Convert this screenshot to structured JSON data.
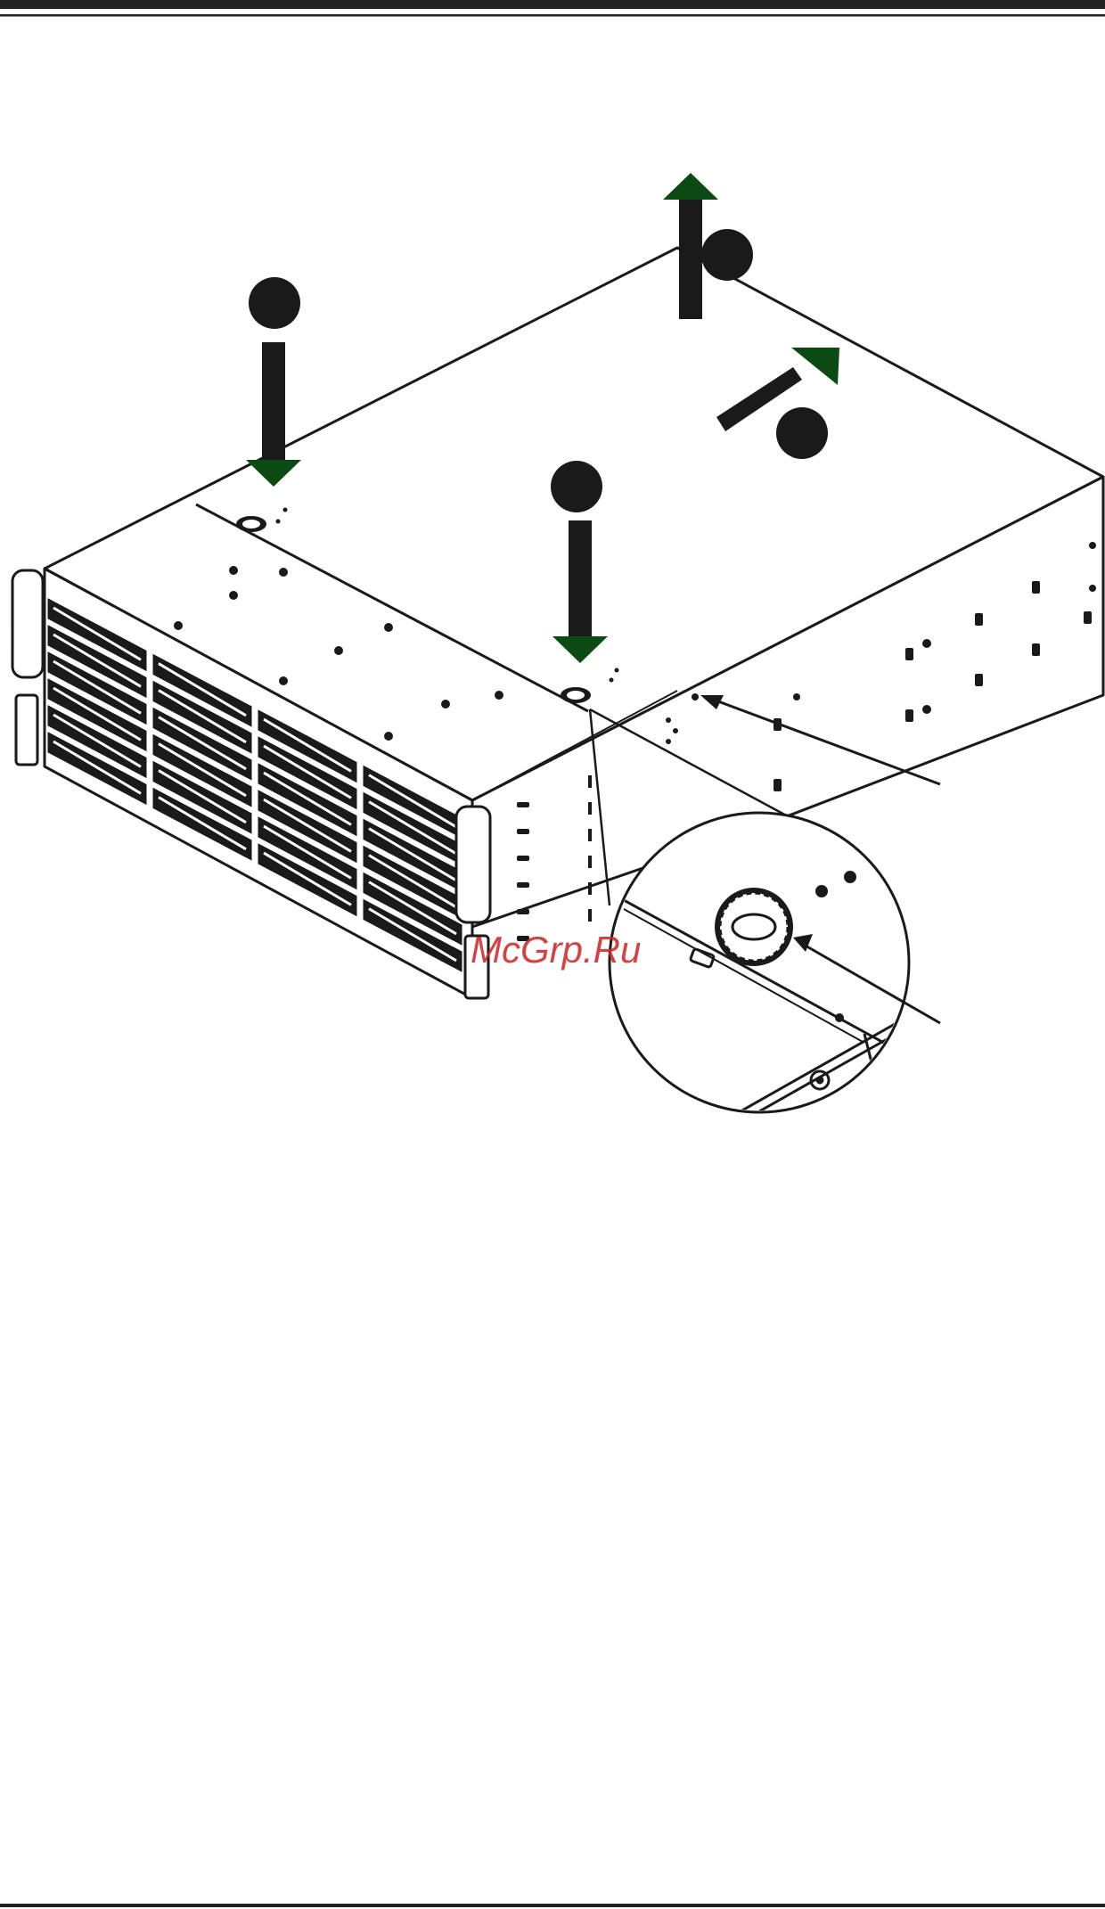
{
  "figure": {
    "description_type": "server chassis cover removal illustration",
    "arrow_color": "#0b4a12",
    "line_color": "#1a1a1a",
    "callout_color": "#1a1a1a",
    "drive_bays": 24
  },
  "watermark": {
    "text": "McGrp.Ru",
    "color": "#cc2a2a"
  }
}
